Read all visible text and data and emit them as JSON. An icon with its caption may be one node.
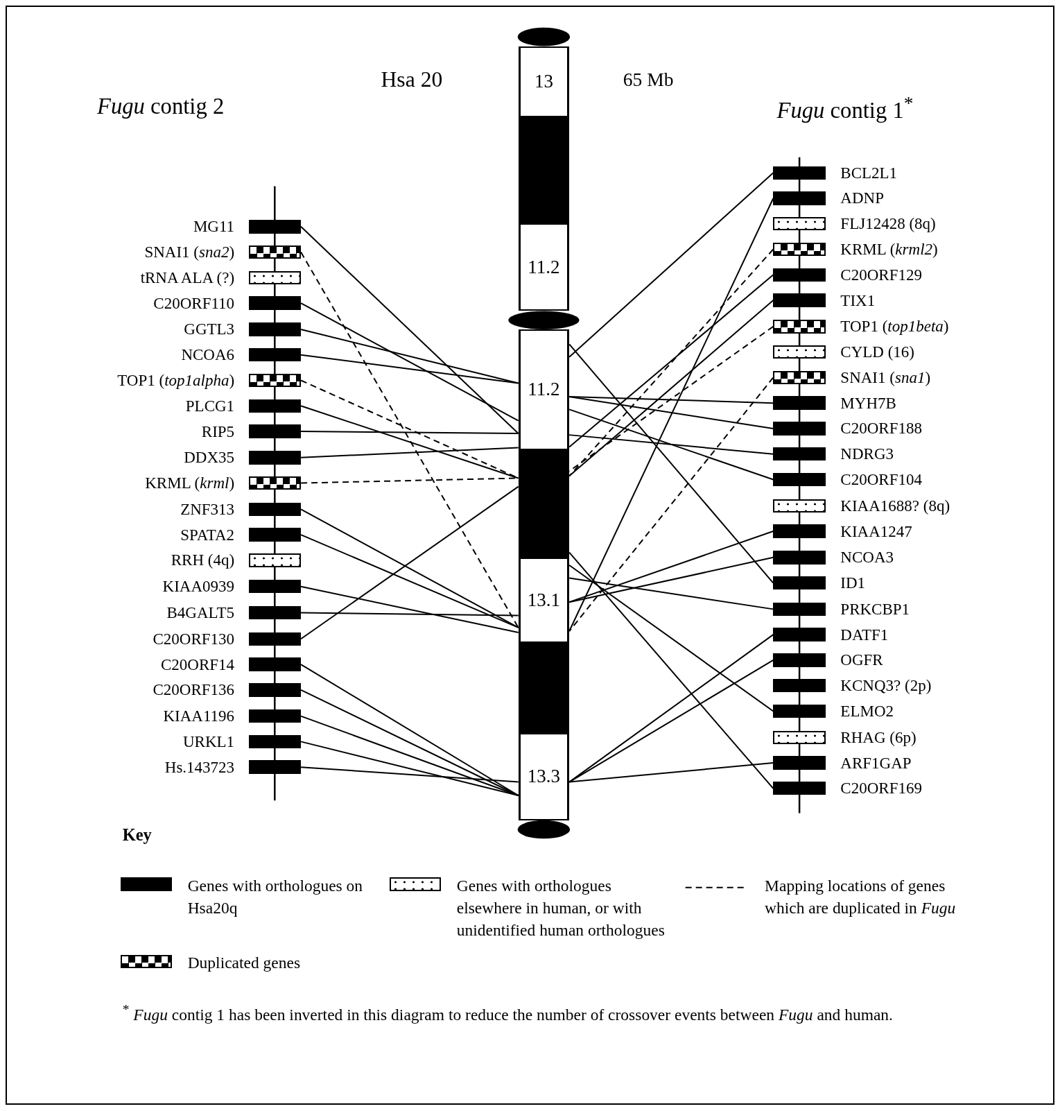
{
  "diagram": {
    "caption": "$^{*}$ *Fugu* contig 1 has been inverted in this diagram to reduce the number of crossover events between *Fugu* and human.",
    "nodes": [
      {
        "text": [
          "MG11"
        ]
      },
      {
        "text": [
          "SNAI1 (*sna2*)"
        ]
      },
      {
        "text": [
          "tRNA ALA (?)"
        ]
      },
      {
        "text": [
          "C20ORF110"
        ]
      },
      {
        "text": [
          "GGTL3"
        ]
      },
      {
        "text": [
          "NCOA6"
        ]
      },
      {
        "text": [
          "TOP1 (*top1alpha*)"
        ]
      },
      {
        "text": [
          "PLCG1"
        ]
      },
      {
        "text": [
          "RIP5"
        ]
      },
      {
        "text": [
          "DDX35"
        ]
      },
      {
        "text": [
          "KRML (*krml*)"
        ]
      },
      {
        "text": [
          "ZNF313"
        ]
      },
      {
        "text": [
          "SPATA2"
        ]
      },
      {
        "text": [
          "RRH (4q)"
        ]
      },
      {
        "text": [
          "KIAA0939"
        ]
      },
      {
        "text": [
          "B4GALT5"
        ]
      },
      {
        "text": [
          "C20ORF130"
        ]
      },
      {
        "text": [
          "C20ORF14"
        ]
      },
      {
        "text": [
          "C20ORF136"
        ]
      },
      {
        "text": [
          "KIAA1196"
        ]
      },
      {
        "text": [
          "URKL1"
        ]
      },
      {
        "text": [
          "Hs.143723"
        ]
      },
      {
        "text": [],
        "shape": "ellipse"
      },
      {
        "text": [
          "13"
        ]
      },
      {
        "text": [],
        "shape": "box"
      },
      {
        "text": [
          "11.2"
        ]
      },
      {
        "text": [],
        "shape": "ellipse"
      },
      {
        "text": [
          "11.2"
        ]
      },
      {
        "text": [],
        "shape": "box"
      },
      {
        "text": [
          "13.1"
        ]
      },
      {
        "text": [],
        "shape": "box"
      },
      {
        "text": [
          "13.3"
        ]
      },
      {
        "text": [],
        "shape": "ellipse"
      },
      {
        "text": [
          "BCL2L1"
        ]
      },
      {
        "text": [
          "ADNP"
        ]
      },
      {
        "text": [
          "FLJ12428 (8q)"
        ]
      },
      {
        "text": [
          "KRML (*krml2*)"
        ]
      },
      {
        "text": [
          "C20ORF129"
        ]
      },
      {
        "text": [
          "TIX1"
        ]
      },
      {
        "text": [
          "TOP1 (*top1beta*)"
        ]
      },
      {
        "text": [
          "CYLD (16)"
        ]
      },
      {
        "text": [
          "SNAI1 (*sna1*)"
        ]
      },
      {
        "text": [
          "MYH7B"
        ]
      },
      {
        "text": [
          "C20ORF188"
        ]
      },
      {
        "text": [
          "NDRG3"
        ]
      },
      {
        "text": [
          "C20ORF104"
        ]
      },
      {
        "text": [
          "KIAA1688? (8q)"
        ]
      },
      {
        "text": [
          "KIAA1247"
        ]
      },
      {
        "text": [
          "NCOA3"
        ]
      },
      {
        "text": [
          "ID1"
        ]
      },
      {
        "text": [
          "PRKCBP1"
        ]
      },
      {
        "text": [
          "DATF1"
        ]
      },
      {
        "text": [
          "OGFR"
        ]
      },
      {
        "text": [
          "KCNQ3? (2p)"
        ]
      },
      {
        "text": [
          "ELMO2"
        ]
      },
      {
        "text": [
          "RHAG (6p)"
        ]
      },
      {
        "text": [
          "ARF1GAP"
        ]
      },
      {
        "text": [
          "C20ORF169"
        ]
      }
    ],
    "edges": [
      {
        "from": 0,
        "to": 27,
        "arrow": "none"
      },
      {
        "from": 1,
        "to": 29,
        "arrow": "none",
        "style": "dashed"
      },
      {
        "from": 3,
        "to": 27,
        "arrow": "none"
      },
      {
        "from": 4,
        "to": 27,
        "arrow": "none"
      },
      {
        "from": 5,
        "to": 27,
        "arrow": "none"
      },
      {
        "from": 6,
        "to": 28,
        "arrow": "none",
        "style": "dashed"
      },
      {
        "from": 7,
        "to": 28,
        "arrow": "none"
      },
      {
        "from": 8,
        "to": 27,
        "arrow": "none"
      },
      {
        "from": 9,
        "to": 27,
        "arrow": "none"
      },
      {
        "from": 10,
        "to": 28,
        "arrow": "none",
        "style": "dashed"
      },
      {
        "from": 11,
        "to": 29,
        "arrow": "none"
      },
      {
        "from": 12,
        "to": 29,
        "arrow": "none"
      },
      {
        "from": 14,
        "to": 29,
        "arrow": "none"
      },
      {
        "from": 15,
        "to": 29,
        "arrow": "none"
      },
      {
        "from": 16,
        "to": 28,
        "arrow": "none"
      },
      {
        "from": 17,
        "to": 31,
        "arrow": "none"
      },
      {
        "from": 18,
        "to": 31,
        "arrow": "none"
      },
      {
        "from": 19,
        "to": 31,
        "arrow": "none"
      },
      {
        "from": 20,
        "to": 31,
        "arrow": "none"
      },
      {
        "from": 21,
        "to": 31,
        "arrow": "none"
      },
      {
        "from": 33,
        "to": 27,
        "arrow": "none"
      },
      {
        "from": 34,
        "to": 29,
        "arrow": "none"
      },
      {
        "from": 36,
        "to": 28,
        "arrow": "none",
        "style": "dashed"
      },
      {
        "from": 37,
        "to": 27,
        "arrow": "none"
      },
      {
        "from": 38,
        "to": 28,
        "arrow": "none"
      },
      {
        "from": 39,
        "to": 28,
        "arrow": "none",
        "style": "dashed"
      },
      {
        "from": 41,
        "to": 29,
        "arrow": "none",
        "style": "dashed"
      },
      {
        "from": 42,
        "to": 27,
        "arrow": "none"
      },
      {
        "from": 43,
        "to": 27,
        "arrow": "none"
      },
      {
        "from": 44,
        "to": 27,
        "arrow": "none"
      },
      {
        "from": 45,
        "to": 27,
        "arrow": "none"
      },
      {
        "from": 47,
        "to": 29,
        "arrow": "none"
      },
      {
        "from": 48,
        "to": 29,
        "arrow": "none"
      },
      {
        "from": 49,
        "to": 27,
        "arrow": "none"
      },
      {
        "from": 50,
        "to": 29,
        "arrow": "none"
      },
      {
        "from": 51,
        "to": 31,
        "arrow": "none"
      },
      {
        "from": 52,
        "to": 31,
        "arrow": "none"
      },
      {
        "from": 54,
        "to": 29,
        "arrow": "none"
      },
      {
        "from": 56,
        "to": 31,
        "arrow": "none"
      },
      {
        "from": 57,
        "to": 28,
        "arrow": "none"
      }
    ],
    "labels": [
      "*Fugu* contig 2",
      "Hsa 20",
      "65 Mb",
      "*Fugu* contig 1$^{*}$",
      "Key"
    ],
    "legend": [
      {
        "text": "Genes with orthologues on Hsa20q",
        "color": "#000000"
      },
      {
        "text": "Genes with orthologues elsewhere in human, or with unidentified human orthologues"
      },
      {
        "text": "Mapping locations of genes which are duplicated in *Fugu*"
      },
      {
        "text": "Duplicated genes"
      }
    ]
  }
}
